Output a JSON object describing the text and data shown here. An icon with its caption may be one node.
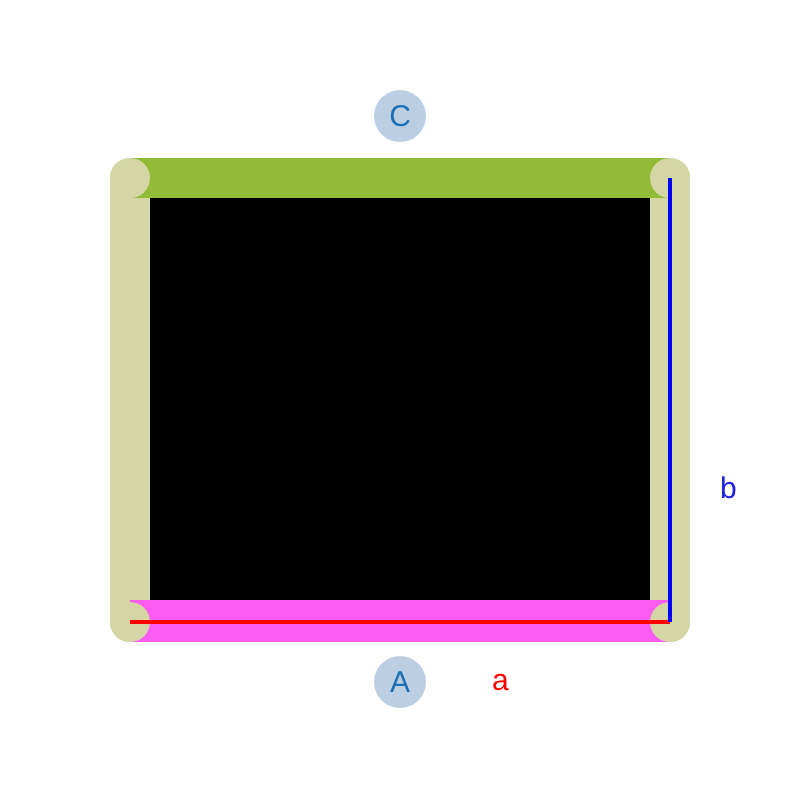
{
  "diagram": {
    "nodes": [
      {
        "text": [
          "C"
        ]
      },
      {
        "text": [
          "A"
        ]
      }
    ],
    "labels": [
      "a",
      "b"
    ]
  }
}
